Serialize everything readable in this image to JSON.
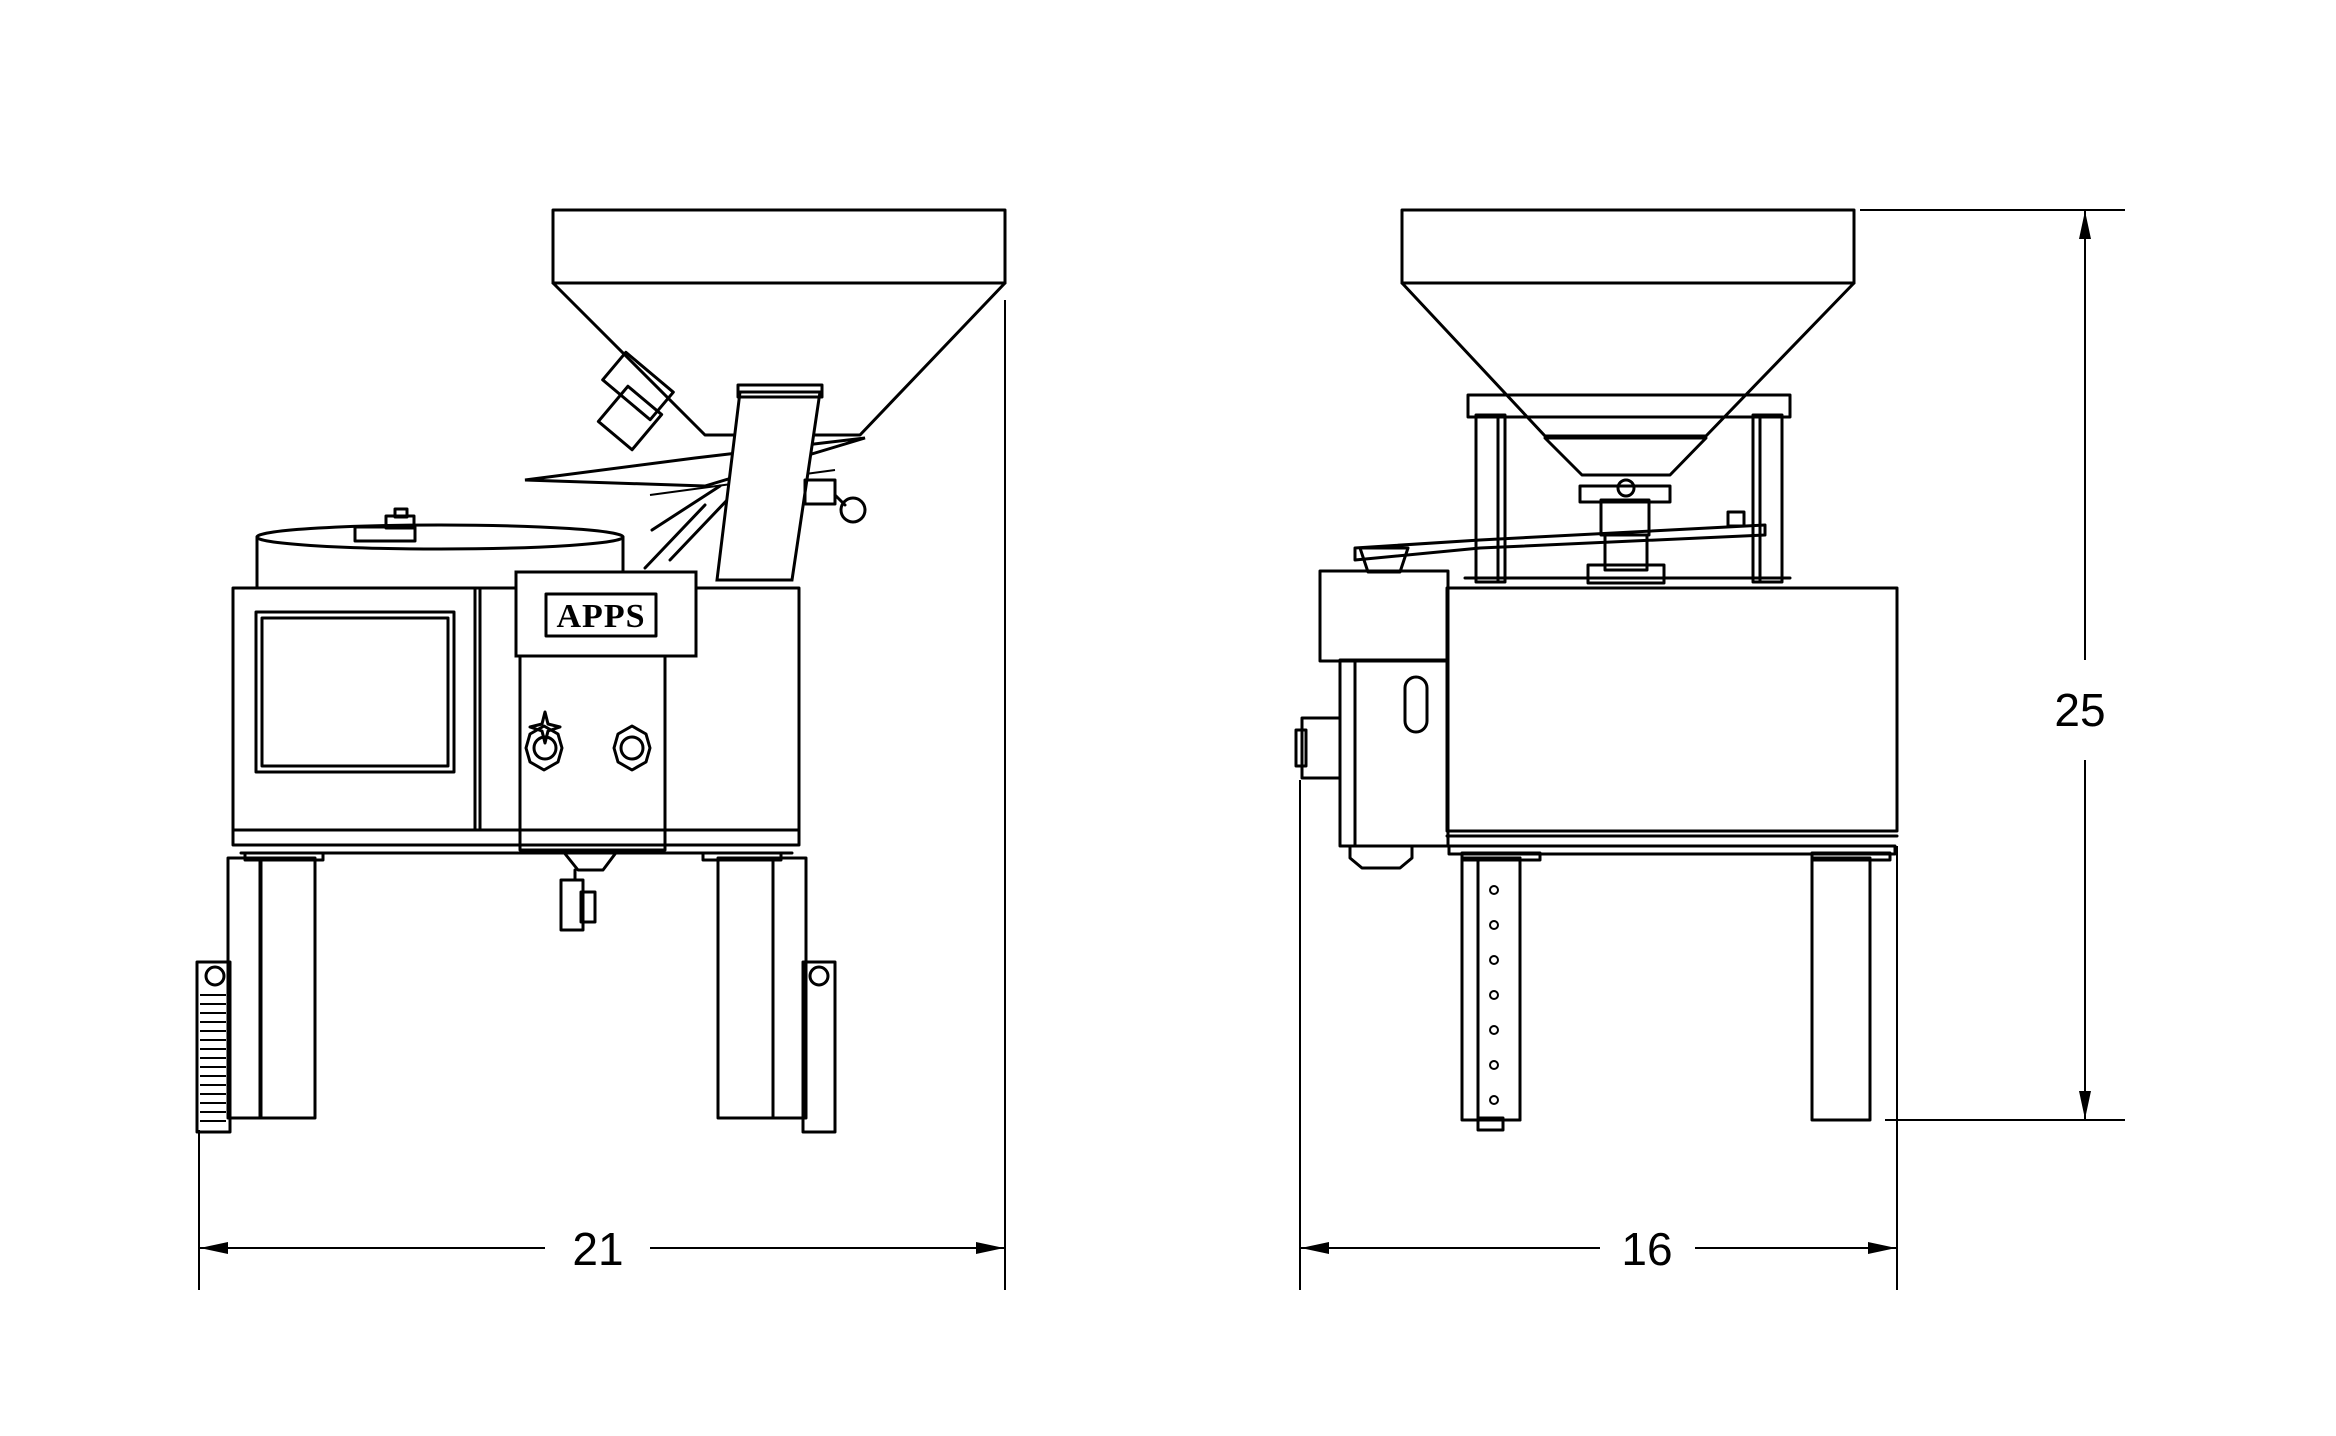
{
  "logo_text": "APPS",
  "dimensions": {
    "width_front": "21",
    "width_side": "16",
    "height": "25"
  }
}
